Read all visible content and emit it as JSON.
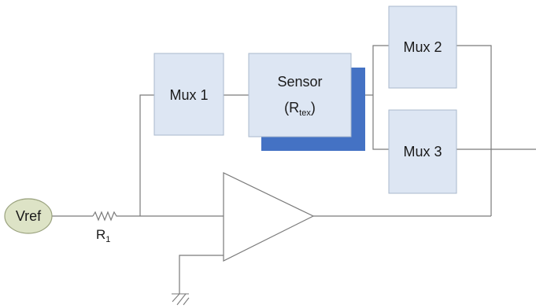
{
  "diagram": {
    "blocks": {
      "mux1": "Mux 1",
      "mux2": "Mux 2",
      "mux3": "Mux 3",
      "sensor_line1": "Sensor",
      "sensor_r": "R",
      "sensor_sub": "tex",
      "sensor_open": "(",
      "sensor_close": ")"
    },
    "source": {
      "label": "Vref"
    },
    "resistor": {
      "label": "R",
      "subscript": "1"
    },
    "colors": {
      "block_fill": "#dde6f3",
      "shadow": "#4472c4",
      "source_fill": "#dde3c6",
      "wire": "#7a7a7a"
    }
  }
}
